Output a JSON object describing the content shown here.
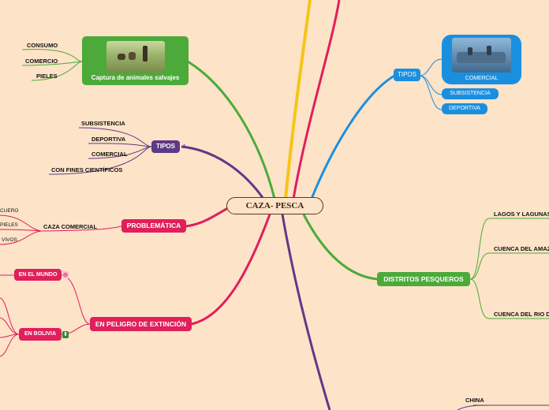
{
  "central": "CAZA- PESCA",
  "left": {
    "captura": {
      "title": "Captura de animales salvajes",
      "items": [
        "CONSUMO",
        "COMERCIO",
        "PIELES"
      ]
    },
    "tipos": {
      "title": "TIPOS",
      "items": [
        "SUBSISTENCIA",
        "DEPORTIVA",
        "COMERCIAL",
        "CON FINES CIENTÍFICOS"
      ]
    },
    "problematica": {
      "title": "PROBLEMÁTICA",
      "child": "CAZA COMERCIAL",
      "subitems": [
        "CUERO",
        "PIELES",
        "VIVOS"
      ]
    },
    "peligro": {
      "title": "EN PELIGRO DE EXTINCIÓN",
      "mundo": "EN EL MUNDO",
      "bolivia": "EN  BOLIVIA"
    }
  },
  "right": {
    "tipos": {
      "title": "TIPOS",
      "comercial": "COMERCIAL",
      "subsistencia": "SUBSISTENCIA",
      "deportiva": "DEPORTIVA"
    },
    "distritos": {
      "title": "DISTRITOS  PESQUEROS",
      "items": [
        "LAGOS Y LAGUNAS",
        "CUENCA DEL AMAZONAS",
        "CUENCA DEL RIO DE LA PLATA"
      ]
    },
    "china": "CHINA"
  },
  "colors": {
    "background": "#fde3c8",
    "green": "#4caa3a",
    "purple": "#5e3a85",
    "pink": "#e01f5b",
    "blue": "#1a8fe0",
    "yellow": "#f5c518"
  }
}
